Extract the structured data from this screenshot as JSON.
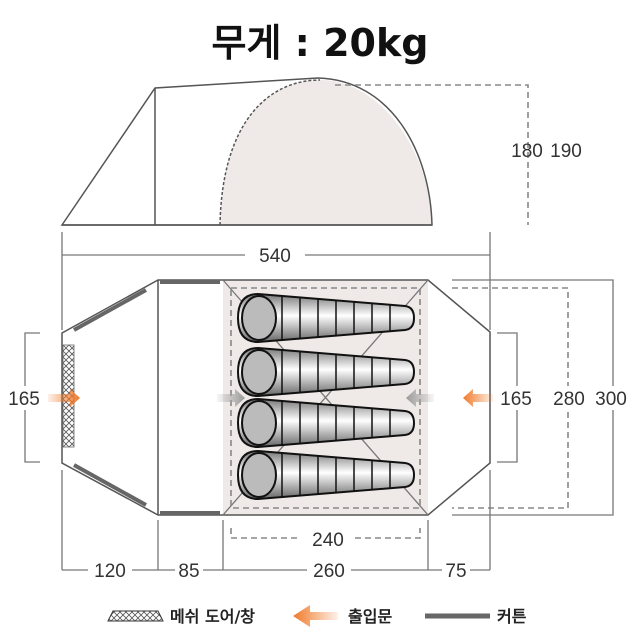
{
  "title": "무게 : 20kg",
  "side_view": {
    "height_inner": "180",
    "height_outer": "190"
  },
  "plan_view": {
    "total_length": "540",
    "width_door_left": "165",
    "width_door_right": "165",
    "width_inner": "280",
    "width_outer": "300",
    "inner_length": "240",
    "segments": [
      "120",
      "85",
      "260",
      "75"
    ]
  },
  "legend": {
    "mesh": "메쉬 도어/창",
    "entrance": "출입문",
    "curtain": "커튼"
  },
  "colors": {
    "entrance_arrow": "#f07a2a",
    "inner_fill": "#efe9e8",
    "curtain": "#666666"
  }
}
